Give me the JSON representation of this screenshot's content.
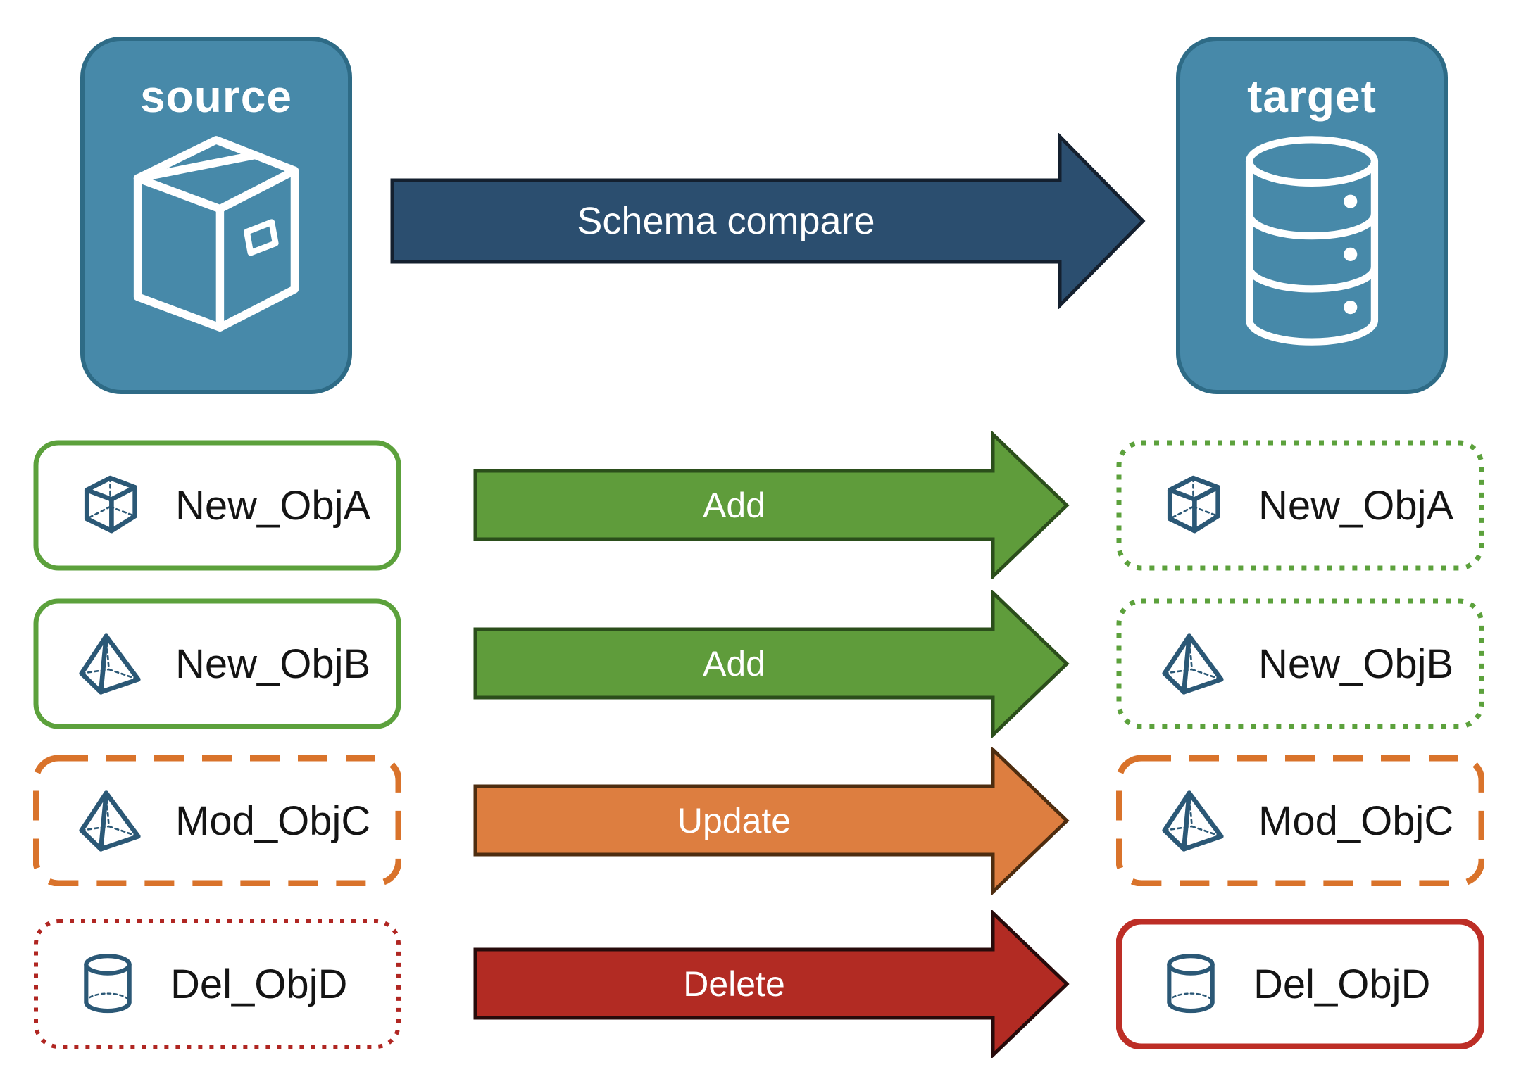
{
  "title": "Schema compare diagram",
  "source_node": {
    "label": "source",
    "icon": "package-icon"
  },
  "target_node": {
    "label": "target",
    "icon": "database-icon"
  },
  "main_arrow": {
    "label": "Schema compare",
    "fill": "#2B4E6F",
    "border": "#14202F"
  },
  "rows": [
    {
      "object": "New_ObjA",
      "icon": "cube-icon",
      "action": "Add",
      "arrow_fill": "#5F9C3B",
      "arrow_border": "#2B4E1B",
      "source_border": "solid green",
      "target_border": "dotted green"
    },
    {
      "object": "New_ObjB",
      "icon": "pyramid-icon",
      "action": "Add",
      "arrow_fill": "#5F9C3B",
      "arrow_border": "#2B4E1B",
      "source_border": "solid green",
      "target_border": "dotted green"
    },
    {
      "object": "Mod_ObjC",
      "icon": "pyramid-icon",
      "action": "Update",
      "arrow_fill": "#DD7E40",
      "arrow_border": "#4E2D10",
      "source_border": "dashed orange",
      "target_border": "dashed orange"
    },
    {
      "object": "Del_ObjD",
      "icon": "cylinder-icon",
      "action": "Delete",
      "arrow_fill": "#B22B23",
      "arrow_border": "#270B0B",
      "source_border": "dotted red",
      "target_border": "solid red"
    }
  ],
  "colors": {
    "node_fill": "#4789A9",
    "node_border": "#2E6B86",
    "green": "#5CA13C",
    "orange": "#D9732B",
    "red": "#B02622",
    "icon_navy": "#2B5876",
    "background": "#FFFFFF"
  }
}
